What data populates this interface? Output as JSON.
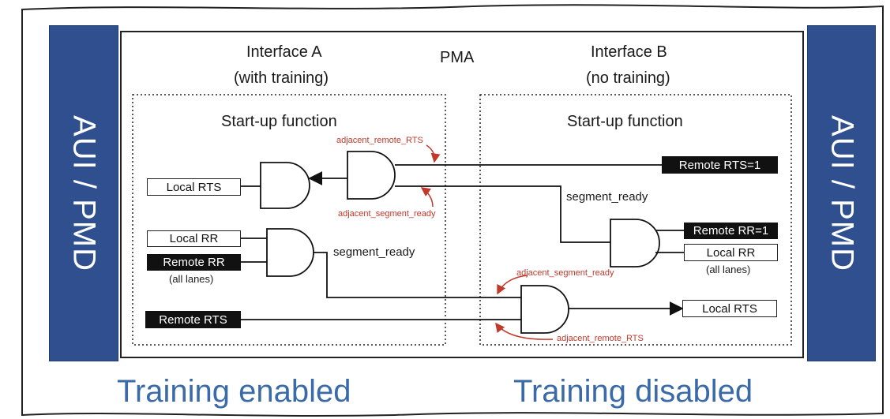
{
  "side_left": "AUI / PMD",
  "side_right": "AUI / PMD",
  "pma": "PMA",
  "interface_a": {
    "title": "Interface A",
    "subtitle": "(with training)",
    "function": "Start-up function"
  },
  "interface_b": {
    "title": "Interface B",
    "subtitle": "(no training)",
    "function": "Start-up function"
  },
  "boxes": {
    "a_local_rts": "Local RTS",
    "a_local_rr": "Local RR",
    "a_remote_rr": "Remote RR",
    "a_all_lanes": "(all lanes)",
    "a_remote_rts": "Remote RTS",
    "b_remote_rts": "Remote RTS=1",
    "b_remote_rr": "Remote RR=1",
    "b_local_rr": "Local RR",
    "b_all_lanes": "(all lanes)",
    "b_local_rts": "Local RTS"
  },
  "signals": {
    "seg_ready_b": "segment_ready",
    "seg_ready_a": "segment_ready"
  },
  "annotations": {
    "adj_remote_rts_top": "adjacent_remote_RTS",
    "adj_segment_ready_top": "adjacent_segment_ready",
    "adj_segment_ready_bottom": "adjacent_segment_ready",
    "adj_remote_rts_bottom": "adjacent_remote_RTS"
  },
  "footer": {
    "left": "Training enabled",
    "right": "Training disabled"
  },
  "colors": {
    "aui_bar": "#2f4f8f",
    "annotation": "#c0392b",
    "footer_text": "#3b6aa8"
  }
}
